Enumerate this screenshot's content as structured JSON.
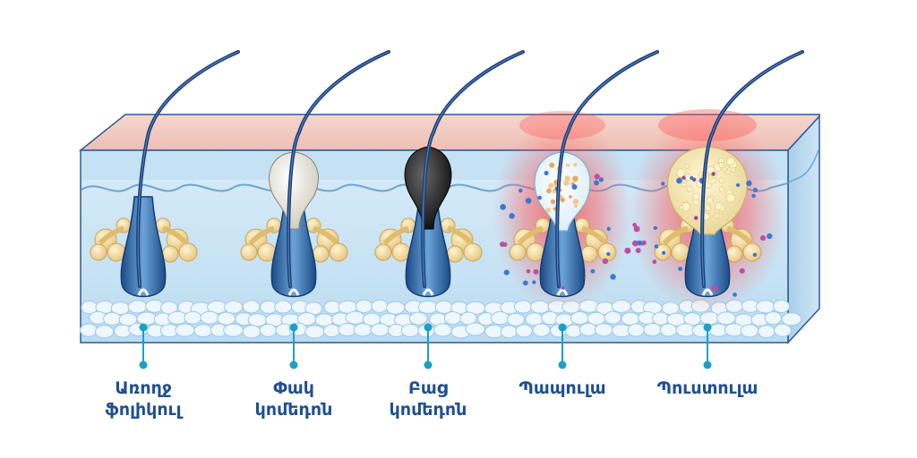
{
  "stages": [
    {
      "id": "normal",
      "label": "Առողջ\nֆոլիկուլ"
    },
    {
      "id": "closed",
      "label": "Փակ\nկոմեդոն"
    },
    {
      "id": "open",
      "label": "Բաց\nկոմեդոն"
    },
    {
      "id": "papule",
      "label": "Պապուլա"
    },
    {
      "id": "pustule",
      "label": "Պուստուլա"
    }
  ],
  "colors": {
    "label": "#1f4f8f",
    "pointer": "#1aa0c8",
    "epidermis_top": "#f3c9c0",
    "dermis": "#cfe6f6",
    "subcutis_fat": "#e9f4fc",
    "hair": "#1d3e73",
    "inflammation": "#ff4a4a",
    "gland": "#f4d89a",
    "whitehead": "#f2f0ea",
    "blackhead": "#222222",
    "pus": "#f3e6b0"
  }
}
